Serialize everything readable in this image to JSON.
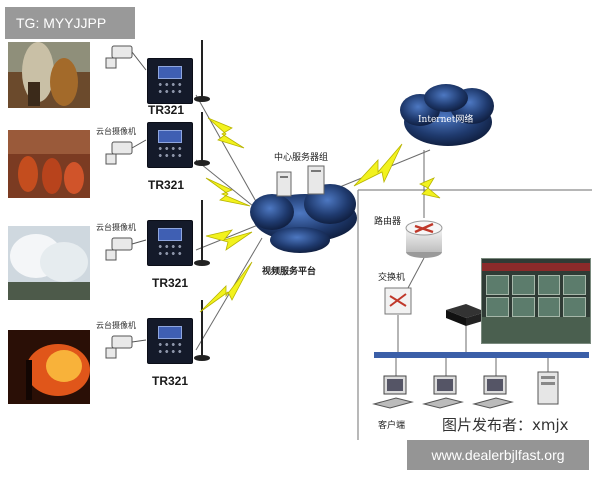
{
  "watermarks": {
    "tg_badge": "TG: MYYJJPP",
    "site_url": "www.dealerbjlfast.org",
    "publisher": "图片发布者：xmjx"
  },
  "cameras": [
    {
      "device_label": "TR321",
      "camera_label": ""
    },
    {
      "device_label": "TR321",
      "camera_label": "云台摄像机"
    },
    {
      "device_label": "TR321",
      "camera_label": "云台摄像机"
    },
    {
      "device_label": "TR321",
      "camera_label": "云台摄像机"
    }
  ],
  "network": {
    "central_server_group": "中心服务器组",
    "video_service_platform": "视频服务平台",
    "internet": "Internet网络",
    "router": "路由器",
    "switch": "交换机",
    "client": "客户端"
  },
  "colors": {
    "lightning": "#f2f21e",
    "cloud": "#1f3a6e",
    "bus": "#3b5fa8",
    "frame_line": "#8a8a8a"
  }
}
